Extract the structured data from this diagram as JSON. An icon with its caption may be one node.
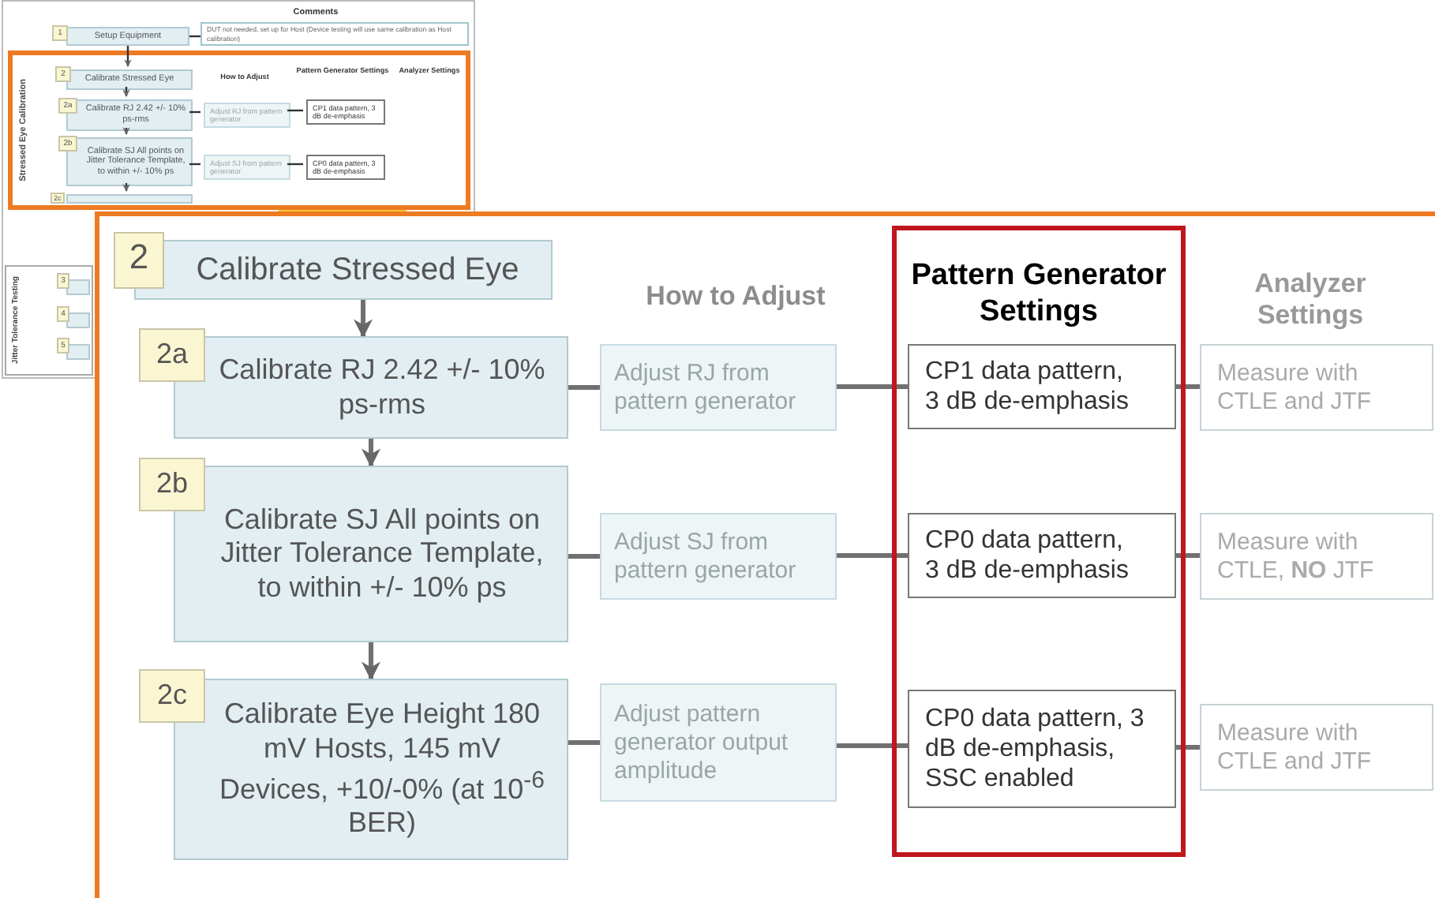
{
  "diagram": {
    "nodes": [
      {
        "text": [
          "1"
        ]
      },
      {
        "text": [
          "Setup Equipment"
        ]
      },
      {
        "text": [
          "DUT not needed, set up for Host (Device testing will use same calibration as Host calibration)"
        ]
      },
      {
        "text": [
          "Stressed Eye Calibration"
        ]
      },
      {
        "text": [
          "2"
        ],
        "in": 3
      },
      {
        "text": [
          "Calibrate Stressed Eye"
        ],
        "in": 3
      },
      {
        "text": [
          "2a"
        ],
        "in": 3
      },
      {
        "text": [
          "Calibrate RJ 2.42 +/- 10% ps-rms"
        ],
        "in": 3
      },
      {
        "text": [
          "Adjust RJ from pattern generator"
        ],
        "in": 3
      },
      {
        "text": [
          "CP1 data pattern, 3 dB de-emphasis"
        ],
        "in": 3
      },
      {
        "text": [
          "2b"
        ],
        "in": 3
      },
      {
        "text": [
          "Calibrate SJ All points on Jitter Tolerance Template, to within +/- 10% ps"
        ],
        "in": 3
      },
      {
        "text": [
          "Adjust SJ from pattern generator"
        ],
        "in": 3
      },
      {
        "text": [
          "CP0 data pattern, 3 dB de-emphasis"
        ],
        "in": 3
      },
      {
        "text": [
          "2c"
        ],
        "in": 3
      },
      {
        "text": [],
        "shape": "box",
        "in": 3
      },
      {
        "text": [
          "Jitter Tolerance Testing"
        ]
      },
      {
        "text": [
          "3"
        ],
        "in": 16
      },
      {
        "text": [],
        "shape": "box",
        "in": 16
      },
      {
        "text": [
          "4"
        ],
        "in": 16
      },
      {
        "text": [],
        "shape": "box",
        "in": 16
      },
      {
        "text": [
          "5"
        ],
        "in": 16
      },
      {
        "text": [],
        "shape": "box",
        "in": 16
      },
      {
        "text": [
          "2"
        ]
      },
      {
        "text": [
          "Calibrate Stressed Eye"
        ]
      },
      {
        "text": [
          "2a"
        ]
      },
      {
        "text": [
          "Calibrate RJ 2.42 +/- 10% ps-rms"
        ]
      },
      {
        "text": [
          "Adjust RJ from pattern generator"
        ]
      },
      {
        "text": [
          "Pattern Generator Settings"
        ]
      },
      {
        "text": [
          "CP1 data pattern, 3 dB de-emphasis"
        ],
        "in": 28
      },
      {
        "text": [
          "Measure with CTLE and JTF"
        ]
      },
      {
        "text": [
          "2b"
        ]
      },
      {
        "text": [
          "Calibrate SJ All points on Jitter Tolerance Template, to within +/- 10% ps"
        ]
      },
      {
        "text": [
          "Adjust SJ from pattern generator"
        ]
      },
      {
        "text": [
          "CP0 data pattern, 3 dB de-emphasis"
        ],
        "in": 28
      },
      {
        "text": [
          "Measure with CTLE, **NO** JTF"
        ]
      },
      {
        "text": [
          "2c"
        ]
      },
      {
        "text": [
          "Calibrate Eye Height 180 mV Hosts, 145 mV Devices, +10/-0% (at 10$^{-6}$ BER)"
        ]
      },
      {
        "text": [
          "Adjust pattern generator output amplitude"
        ]
      },
      {
        "text": [
          "CP0 data pattern, 3 dB de-emphasis, SSC enabled"
        ],
        "in": 28
      },
      {
        "text": [
          "Measure with CTLE and JTF"
        ]
      }
    ],
    "edges": [
      {
        "from": 1,
        "to": 2,
        "arrow": "none"
      },
      {
        "from": 1,
        "to": 5,
        "arrow": "to"
      },
      {
        "from": 5,
        "to": 7,
        "arrow": "to"
      },
      {
        "from": 7,
        "to": 8,
        "arrow": "none"
      },
      {
        "from": 8,
        "to": 9,
        "arrow": "none"
      },
      {
        "from": 7,
        "to": 11,
        "arrow": "to"
      },
      {
        "from": 11,
        "to": 12,
        "arrow": "none"
      },
      {
        "from": 12,
        "to": 13,
        "arrow": "none"
      },
      {
        "from": 11,
        "to": 15,
        "arrow": "to"
      },
      {
        "from": 24,
        "to": 26,
        "arrow": "to"
      },
      {
        "from": 26,
        "to": 27,
        "arrow": "none"
      },
      {
        "from": 27,
        "to": 29,
        "arrow": "none"
      },
      {
        "from": 29,
        "to": 30,
        "arrow": "none"
      },
      {
        "from": 26,
        "to": 32,
        "arrow": "to"
      },
      {
        "from": 32,
        "to": 33,
        "arrow": "none"
      },
      {
        "from": 33,
        "to": 34,
        "arrow": "none"
      },
      {
        "from": 34,
        "to": 35,
        "arrow": "none"
      },
      {
        "from": 32,
        "to": 37,
        "arrow": "to"
      },
      {
        "from": 37,
        "to": 38,
        "arrow": "none"
      },
      {
        "from": 38,
        "to": 39,
        "arrow": "none"
      },
      {
        "from": 39,
        "to": 40,
        "arrow": "none"
      }
    ],
    "labels": [
      "Comments",
      "How to Adjust",
      "Pattern Generator Settings",
      "Analyzer Settings",
      "How to Adjust",
      "Analyzer Settings"
    ]
  }
}
